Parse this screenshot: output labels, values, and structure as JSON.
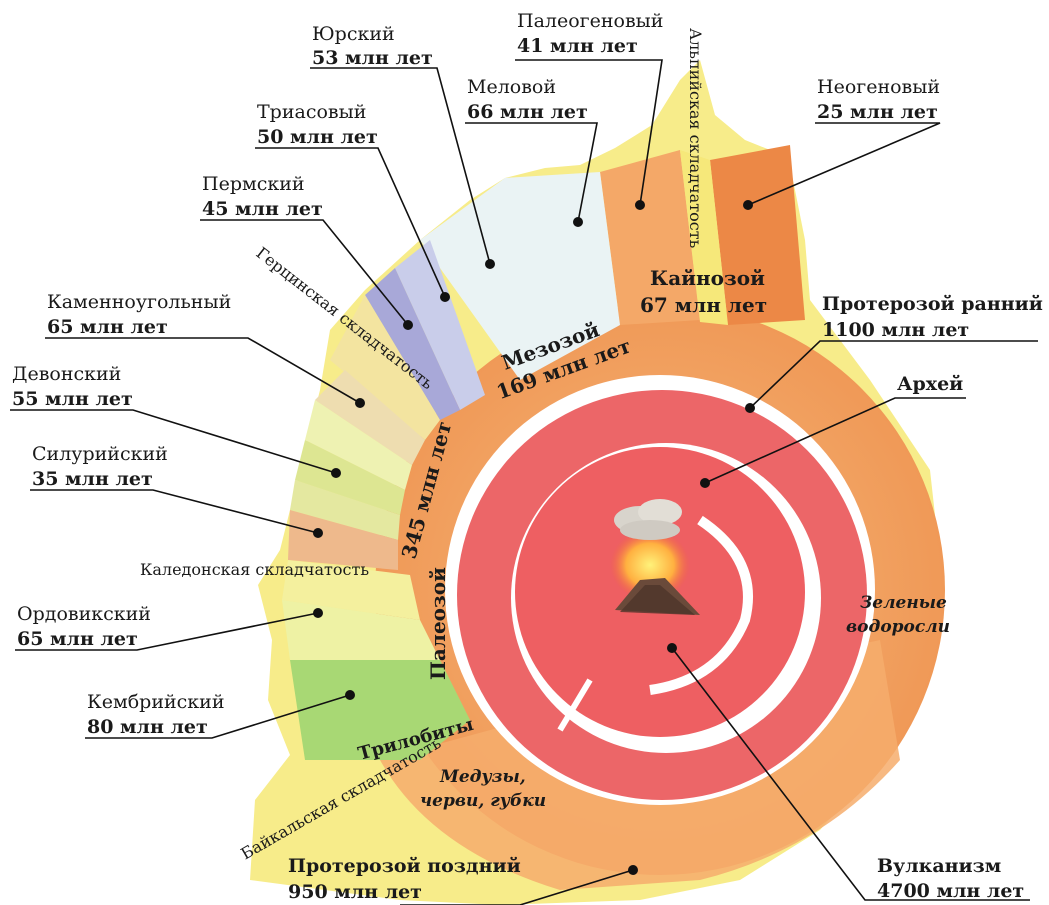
{
  "periods": [
    {
      "id": "jurassic",
      "name": "Юрский",
      "duration": "53 млн лет"
    },
    {
      "id": "paleogene",
      "name": "Палеогеновый",
      "duration": "41 млн лет"
    },
    {
      "id": "cretaceous",
      "name": "Меловой",
      "duration": "66 млн  лет"
    },
    {
      "id": "neogene",
      "name": "Неогеновый",
      "duration": "25 млн лет"
    },
    {
      "id": "triassic",
      "name": "Триасовый",
      "duration": "50 млн лет"
    },
    {
      "id": "permian",
      "name": "Пермский",
      "duration": "45 млн лет"
    },
    {
      "id": "carboniferous",
      "name": "Каменноугольный",
      "duration": "65 млн лет"
    },
    {
      "id": "devonian",
      "name": "Девонский",
      "duration": "55 млн лет"
    },
    {
      "id": "silurian",
      "name": "Силурийский",
      "duration": "35 млн лет"
    },
    {
      "id": "ordovician",
      "name": "Ордовикский",
      "duration": "65 млн лет"
    },
    {
      "id": "cambrian",
      "name": "Кембрийский",
      "duration": "80 млн лет"
    }
  ],
  "eras": {
    "cenozoic": {
      "name": "Кайнозой",
      "duration": "67 млн лет"
    },
    "mesozoic": {
      "name": "Мезозой",
      "duration": "169 млн лет"
    },
    "paleozoic": {
      "name": "Палеозой",
      "duration": "345 млн лет"
    },
    "proterozoic_early": {
      "name": "Протерозой ранний",
      "duration": "1100 млн лет"
    },
    "proterozoic_late": {
      "name": "Протерозой поздний",
      "duration": "950 млн лет"
    },
    "archean": {
      "name": "Архей"
    },
    "volcanism": {
      "name": "Вулканизм",
      "duration": "4700 млн лет"
    }
  },
  "foldings": {
    "alpine": "Альпийская складчатость",
    "hercynian": "Герцинская складчатость",
    "caledonian": "Каледонская складчатость",
    "baikal": "Байкальская складчатость"
  },
  "organisms": {
    "algae_line1": "Зеленые",
    "algae_line2": "водоросли",
    "jelly_line1": "Медузы,",
    "jelly_line2": "черви, губки",
    "trilobites": "Трилобиты"
  },
  "colors": {
    "proterozoic": "#f2a060",
    "archean": "#ec6668",
    "cenozoic": "#f4a868",
    "neogene": "#ec8846",
    "paleozoic_band": "#f5ee8c",
    "cambrian": "#a4d874",
    "mesozoic": "#e8f2f4",
    "permian": "#a8a8d8"
  }
}
